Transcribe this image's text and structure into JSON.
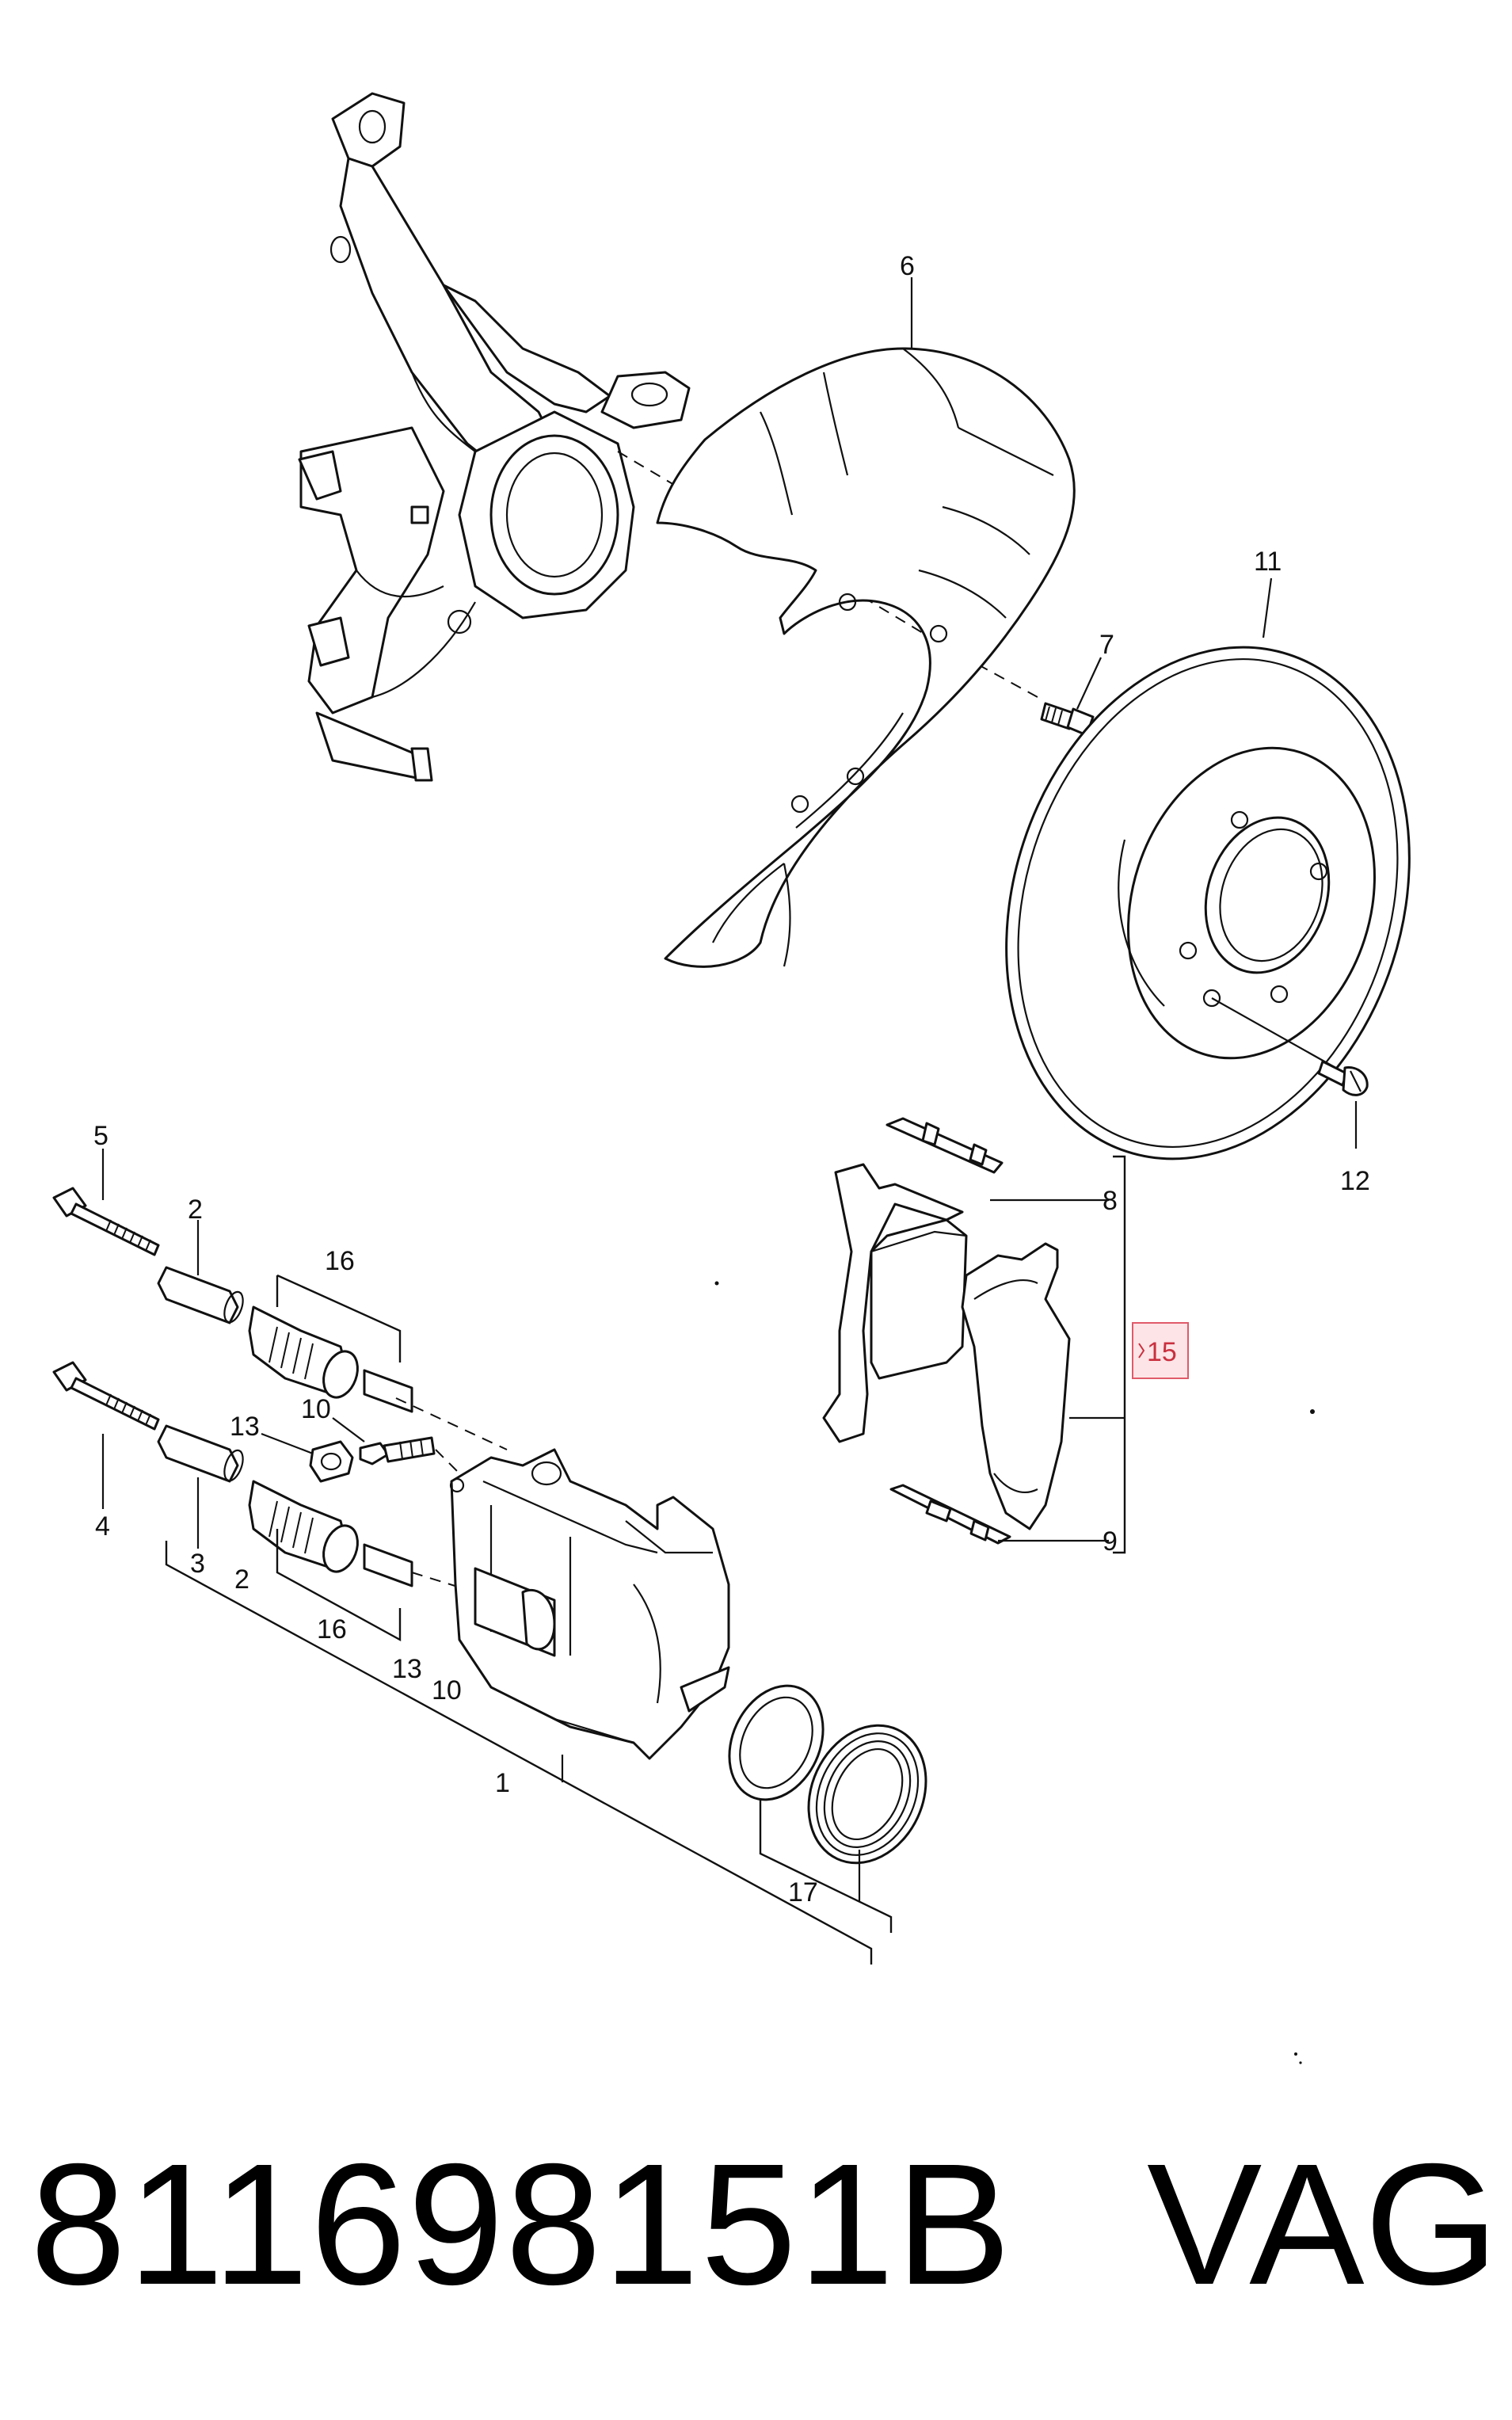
{
  "diagram": {
    "callouts": {
      "c1": "1",
      "c2a": "2",
      "c2b": "2",
      "c3": "3",
      "c4": "4",
      "c5": "5",
      "c6": "6",
      "c7": "7",
      "c8": "8",
      "c9": "9",
      "c10a": "10",
      "c10b": "10",
      "c11": "11",
      "c12": "12",
      "c13a": "13",
      "c13b": "13",
      "c15": "15",
      "c16a": "16",
      "c16b": "16",
      "c17": "17"
    },
    "highlighted_callout": "15",
    "highlight_color": "#c9303f"
  },
  "footer": {
    "part_number": "811698151B",
    "manufacturer": "VAG"
  }
}
